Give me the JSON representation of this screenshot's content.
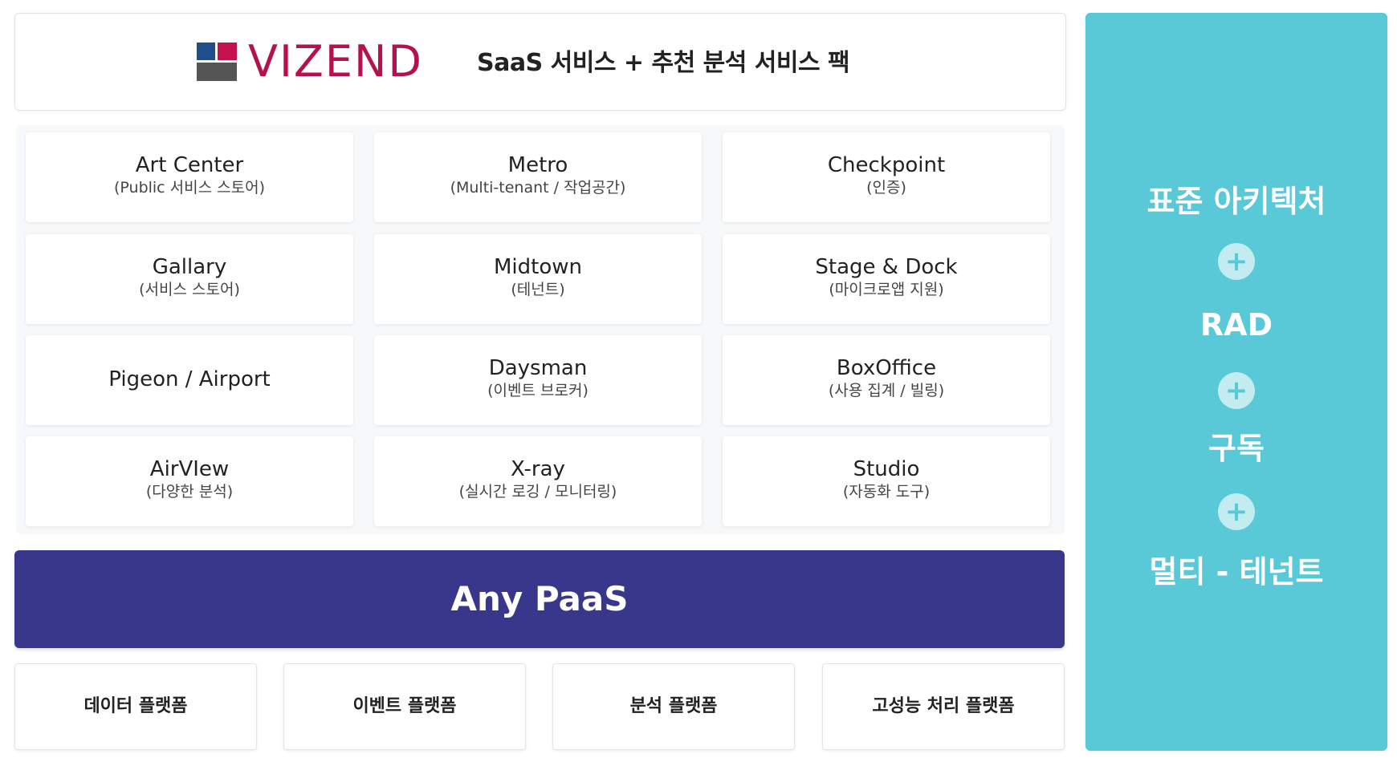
{
  "header": {
    "logo_text": "VIZEND",
    "subtitle": "SaaS 서비스 + 추천 분석 서비스 팩",
    "logo_colors": {
      "wordmark": "#b3124e",
      "square_red": "#c4124f",
      "square_blue": "#1f4e8c",
      "square_gray": "#555555"
    }
  },
  "services": [
    {
      "title": "Art Center",
      "subtitle": "(Public 서비스 스토어)"
    },
    {
      "title": "Metro",
      "subtitle": "(Multi-tenant / 작업공간)"
    },
    {
      "title": "Checkpoint",
      "subtitle": "(인증)"
    },
    {
      "title": "Gallary",
      "subtitle": "(서비스 스토어)"
    },
    {
      "title": "Midtown",
      "subtitle": "(테넌트)"
    },
    {
      "title": "Stage & Dock",
      "subtitle": "(마이크로앱 지원)"
    },
    {
      "title": "Pigeon / Airport",
      "subtitle": ""
    },
    {
      "title": "Daysman",
      "subtitle": "(이벤트 브로커)"
    },
    {
      "title": "BoxOffice",
      "subtitle": "(사용 집계 / 빌링)"
    },
    {
      "title": "AirVIew",
      "subtitle": "(다양한 분석)"
    },
    {
      "title": "X-ray",
      "subtitle": "(실시간 로깅 / 모니터링)"
    },
    {
      "title": "Studio",
      "subtitle": "(자동화 도구)"
    }
  ],
  "paas": {
    "label": "Any PaaS",
    "color": "#38378c"
  },
  "platforms": [
    "데이터 플랫폼",
    "이벤트 플랫폼",
    "분석 플랫폼",
    "고성능 처리 플랫폼"
  ],
  "right_panel": {
    "color": "#59c8d7",
    "items": [
      "표준 아키텍처",
      "RAD",
      "구독",
      "멀티 - 테넌트"
    ],
    "plus_symbol": "+"
  }
}
